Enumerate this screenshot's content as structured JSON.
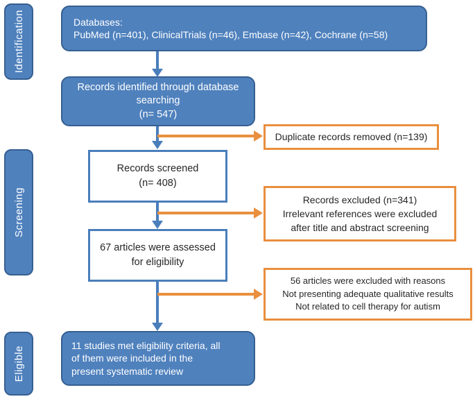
{
  "colors": {
    "blue_fill": "#4f81bd",
    "blue_border": "#365f91",
    "blue_arrow": "#4a7ebb",
    "orange": "#e98f3e",
    "text_dark": "#262626",
    "text_white": "#ffffff"
  },
  "sidebar": {
    "identification": "Identification",
    "screening": "Screening",
    "eligible": "Eligible"
  },
  "boxes": {
    "databases": "Databases:\nPubMed (n=401), ClinicalTrials (n=46), Embase (n=42), Cochrane (n=58)",
    "records_identified": "Records identified through database\nsearching\n(n= 547)",
    "duplicates_removed": "Duplicate records removed (n=139)",
    "records_screened": "Records screened\n(n= 408)",
    "records_excluded": "Records excluded (n=341)\nIrrelevant references were excluded\nafter title and abstract screening",
    "articles_assessed": "67 articles were assessed\nfor eligibility",
    "articles_excluded": "56 articles were excluded with reasons\nNot presenting adequate qualitative results\nNot related to cell therapy for autism",
    "studies_included": "11 studies met eligibility  criteria, all\nof them were included in the\npresent systematic review"
  }
}
